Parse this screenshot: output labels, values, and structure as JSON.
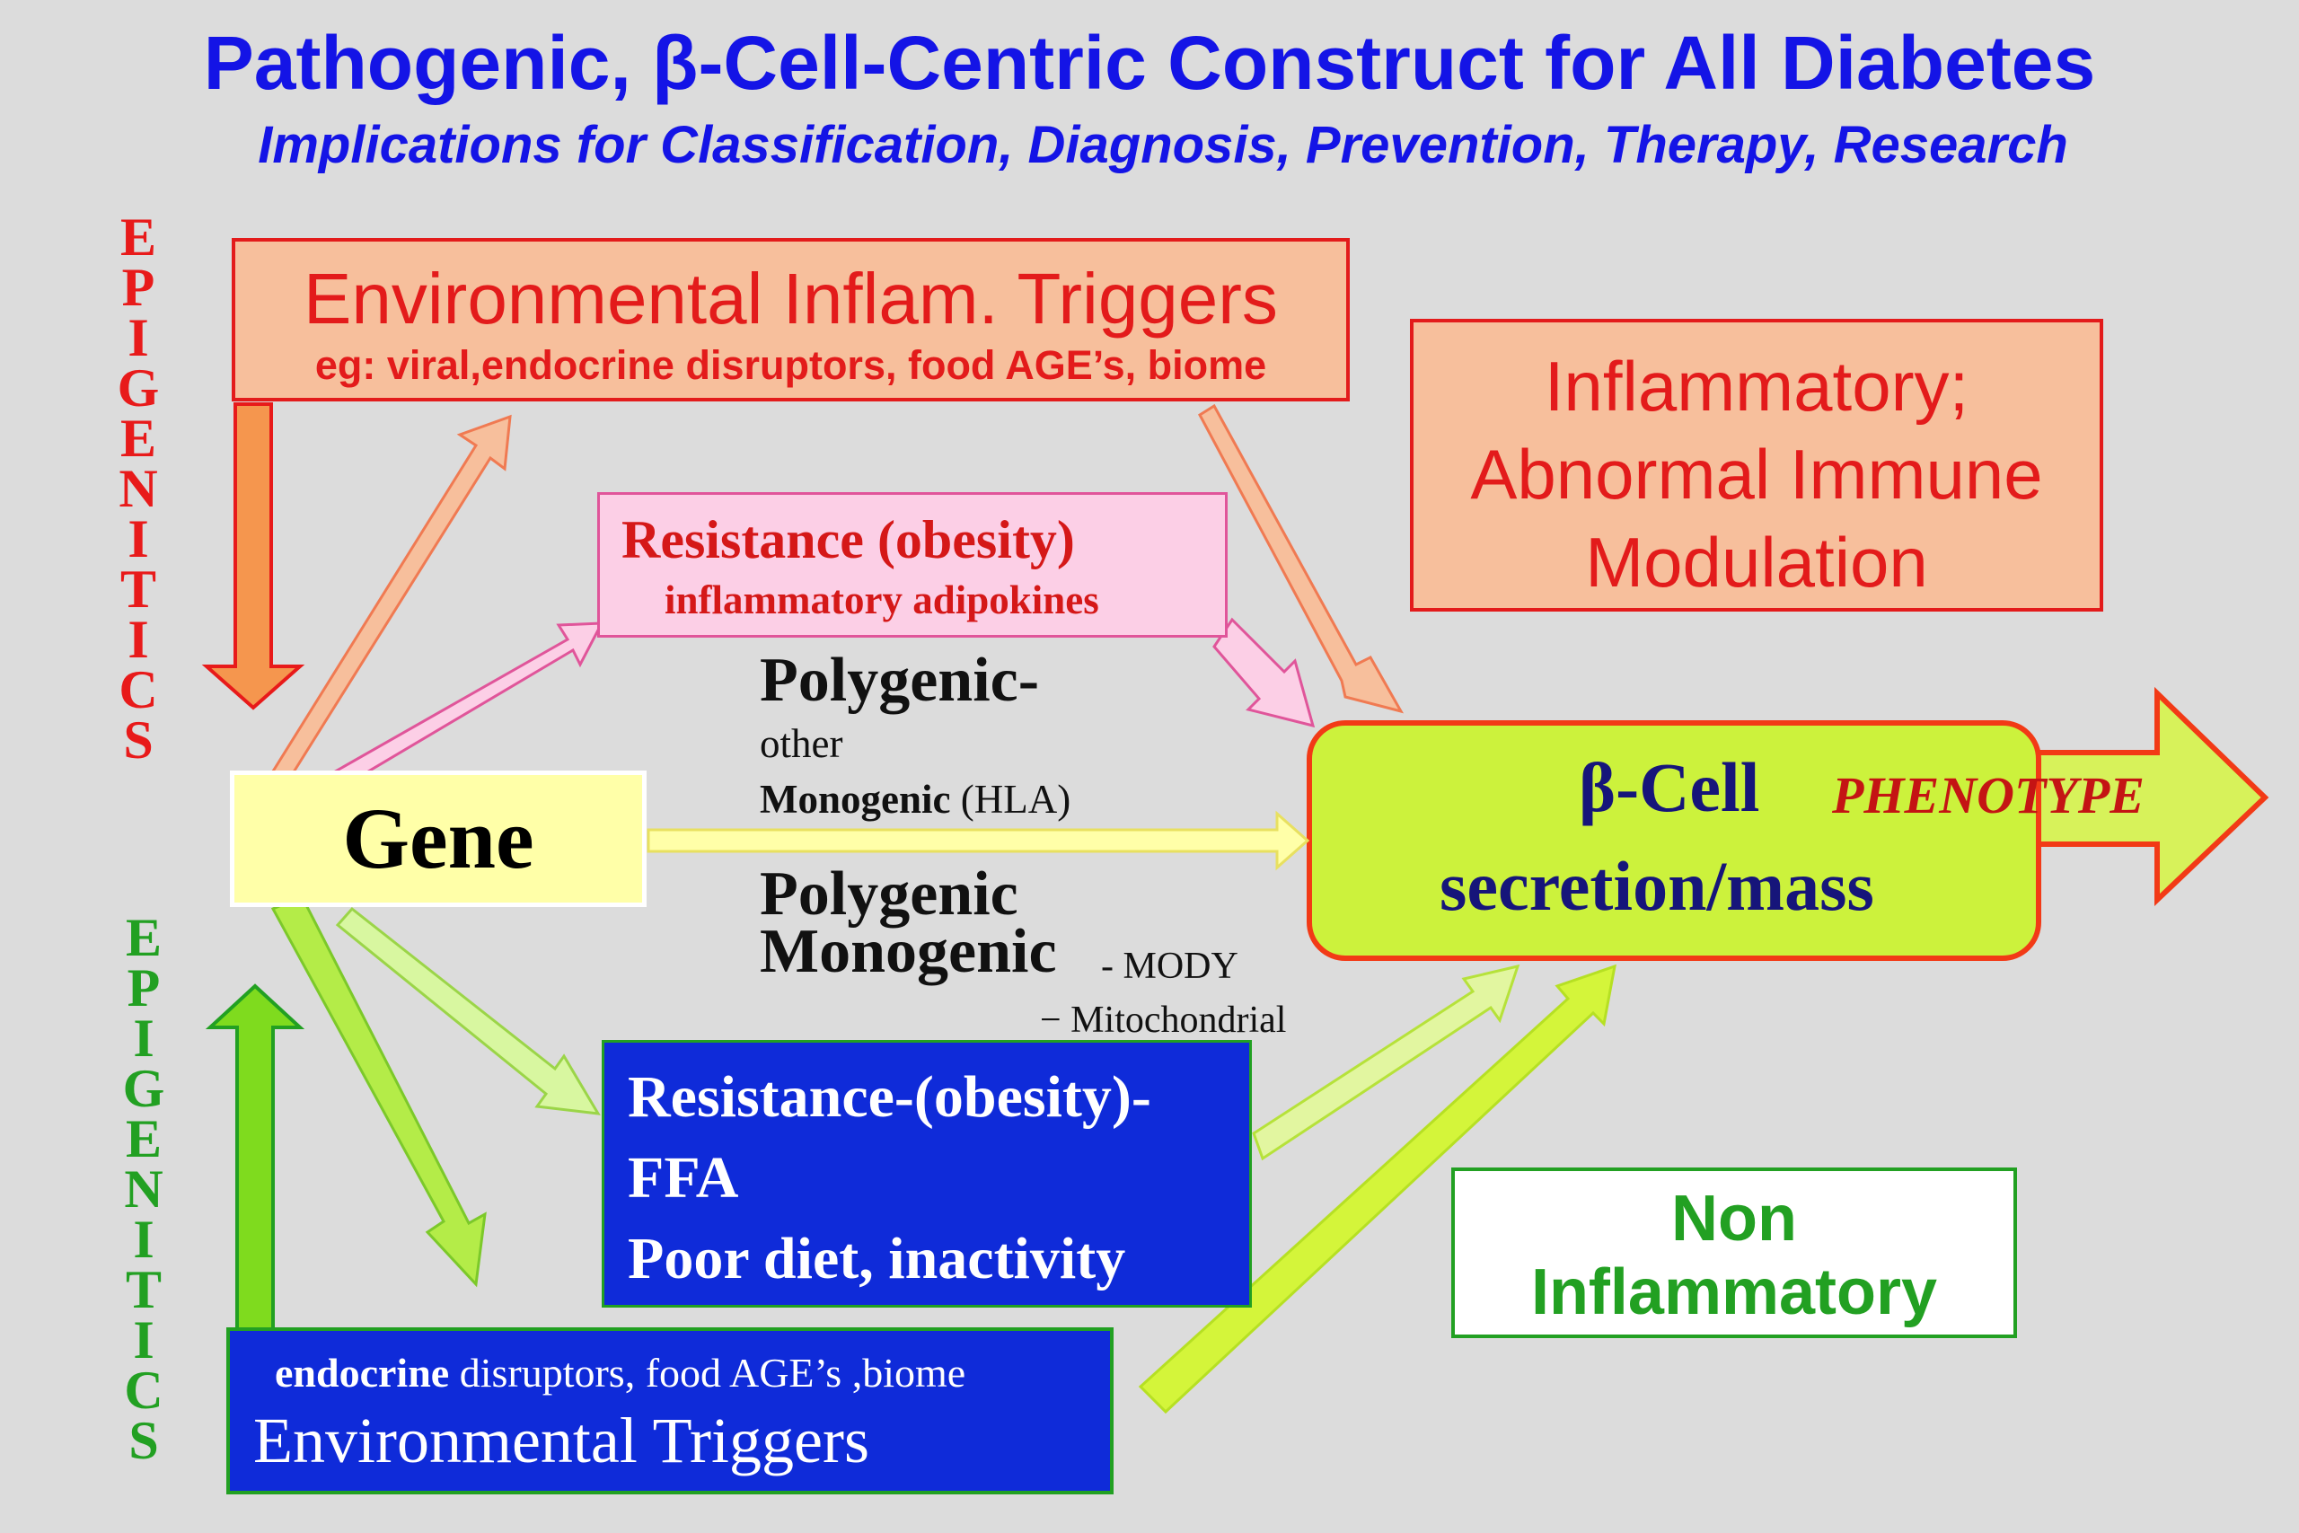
{
  "title": "Pathogenic, β-Cell-Centric Construct for All Diabetes",
  "subtitle": "Implications for Classification, Diagnosis, Prevention, Therapy, Research",
  "epigenetics_top": "EPIGENITICS",
  "epigenetics_bottom": "EPIGENITICS",
  "env_inflam": {
    "heading": "Environmental Inflam. Triggers",
    "sub": "eg: viral,endocrine disruptors, food AGE’s, biome"
  },
  "inflammatory": {
    "line1": "Inflammatory;",
    "line2": "Abnormal Immune",
    "line3": "Modulation"
  },
  "resistance_obesity": {
    "heading": "Resistance (obesity)",
    "sub": "inflammatory adipokines"
  },
  "gene": "Gene",
  "labels": {
    "polygenic1": "Polygenic-",
    "other": "other",
    "monogenic_bold": "Monogenic",
    "hla": " (HLA)",
    "polygenic2": "Polygenic",
    "monogenic2": "Monogenic",
    "mody": "- MODY",
    "mito": "− Mitochondrial"
  },
  "beta_cell": {
    "title": "β-Cell",
    "subtitle": "secretion/mass",
    "phenotype": "PHENOTYPE"
  },
  "resistance_ffa": {
    "line1": "Resistance-(obesity)-",
    "line2": "FFA",
    "line3": "Poor diet, inactivity"
  },
  "non_inflammatory": {
    "line1": "Non",
    "line2": "Inflammatory"
  },
  "env_triggers": {
    "sub_bold": "endocrine",
    "sub_rest": " disruptors, food AGE’s ,biome",
    "heading": "Environmental Triggers"
  },
  "colors": {
    "title_blue": "#1414e6",
    "inflam_red": "#e31b1b",
    "salmon": "#f7bf9c",
    "pink": "#fccfe6",
    "gene_yellow": "#ffffa8",
    "beta_green": "#ccf23c",
    "blue_box": "#0f2bd9",
    "green": "#22a022"
  }
}
